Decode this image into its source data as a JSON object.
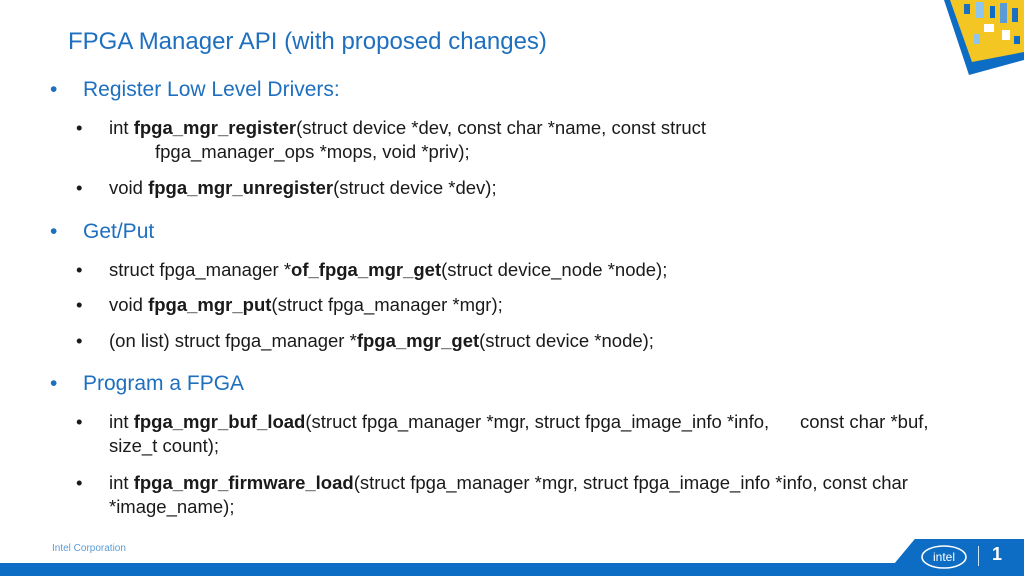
{
  "title": "FPGA Manager API (with proposed changes)",
  "sections": [
    {
      "heading": "Register Low Level Drivers:",
      "items": [
        {
          "pre": "int ",
          "fn": "fpga_mgr_register",
          "post": "(struct device *dev, const char *name, const struct",
          "cont": "fpga_manager_ops *mops, void *priv);"
        },
        {
          "pre": "void ",
          "fn": "fpga_mgr_unregister",
          "post": "(struct device *dev);"
        }
      ]
    },
    {
      "heading": "Get/Put",
      "items": [
        {
          "pre": "struct fpga_manager *",
          "fn": "of_fpga_mgr_get",
          "post": "(struct device_node *node);"
        },
        {
          "pre": "void ",
          "fn": "fpga_mgr_put",
          "post": "(struct fpga_manager *mgr);"
        },
        {
          "pre": "(on list) struct fpga_manager *",
          "fn": "fpga_mgr_get",
          "post": "(struct device *node);"
        }
      ]
    },
    {
      "heading": "Program a FPGA",
      "items": [
        {
          "pre": "int ",
          "fn": "fpga_mgr_buf_load",
          "post": "(struct fpga_manager *mgr, struct fpga_image_info *info,      const char *buf, size_t count);"
        },
        {
          "pre": "int ",
          "fn": "fpga_mgr_firmware_load",
          "post": "(struct fpga_manager *mgr, struct fpga_image_info *info, const char *image_name);"
        }
      ]
    }
  ],
  "bullet_char": "•",
  "footer": "Intel Corporation",
  "logo_text": "intel",
  "page_number": "1",
  "colors": {
    "accent": "#1f6fbf",
    "bar": "#0d6cc4",
    "text": "#1a1a1a"
  }
}
